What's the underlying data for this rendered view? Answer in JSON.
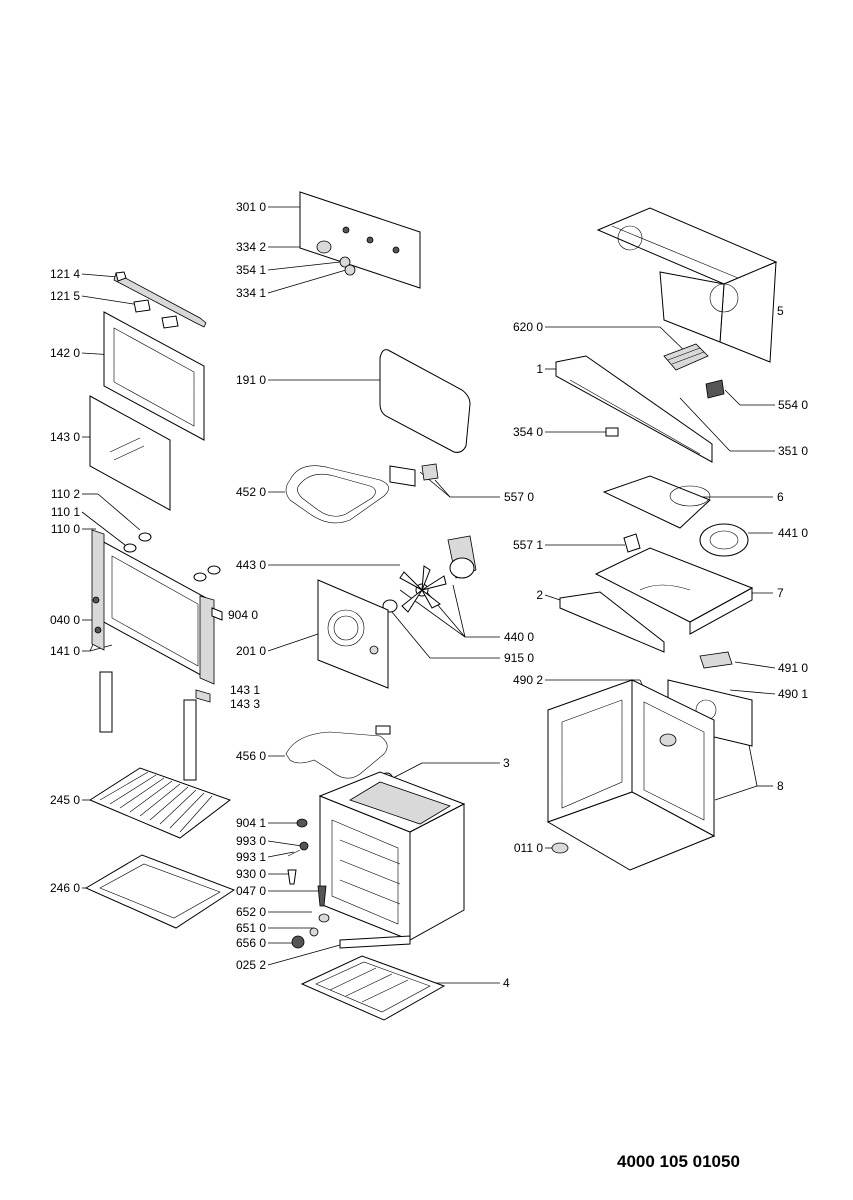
{
  "document_number": "4000 105 01050",
  "callouts": {
    "c3010": "301 0",
    "c3342": "334 2",
    "c3541": "354 1",
    "c3341": "334 1",
    "c1214": "121 4",
    "c1215": "121 5",
    "c1420": "142 0",
    "c1430": "143 0",
    "c1910": "191 0",
    "c4520": "452 0",
    "c5570": "557 0",
    "c1102": "110 2",
    "c1101": "110 1",
    "c1100": "110 0",
    "c4430": "443 0",
    "c0400": "040 0",
    "c9040": "904 0",
    "c1410": "141 0",
    "c2010": "201 0",
    "c4400": "440 0",
    "c9150": "915 0",
    "c1431": "143 1",
    "c1433": "143 3",
    "c4560": "456 0",
    "c3": "3",
    "c2450": "245 0",
    "c9041": "904 1",
    "c9930": "993 0",
    "c9931": "993 1",
    "c9300": "930 0",
    "c0470": "047 0",
    "c2460": "246 0",
    "c6520": "652 0",
    "c6510": "651 0",
    "c6560": "656 0",
    "c0252": "025 2",
    "c4": "4",
    "c6200": "620 0",
    "c5": "5",
    "c1": "1",
    "c5540": "554 0",
    "c3540": "354 0",
    "c3510": "351 0",
    "c6": "6",
    "c4410": "441 0",
    "c5571": "557 1",
    "c2": "2",
    "c7": "7",
    "c4910": "491 0",
    "c4902": "490 2",
    "c4901": "490 1",
    "c8": "8",
    "c0110": "011 0"
  }
}
